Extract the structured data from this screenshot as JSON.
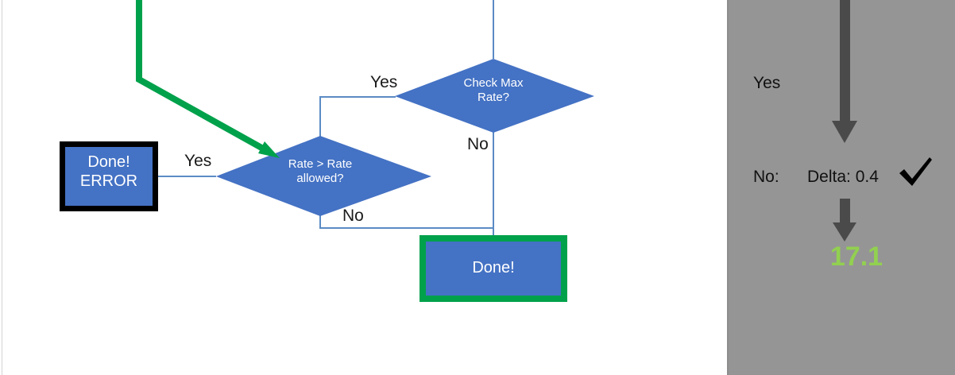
{
  "diagram": {
    "type": "flowchart",
    "nodes": [
      {
        "id": "done-error",
        "shape": "rectangle",
        "label": "Done!\nERROR",
        "fill": "#4472c4",
        "border": "#000000",
        "text_color": "#ffffff"
      },
      {
        "id": "rate-check",
        "shape": "diamond",
        "label": "Rate > Rate\nallowed?",
        "fill": "#4472c4",
        "text_color": "#ffffff"
      },
      {
        "id": "max-rate-check",
        "shape": "diamond",
        "label": "Check Max\nRate?",
        "fill": "#4472c4",
        "text_color": "#ffffff"
      },
      {
        "id": "done-ok",
        "shape": "rectangle",
        "label": "Done!",
        "fill": "#4472c4",
        "border": "#00a14b",
        "text_color": "#ffffff"
      }
    ],
    "edge_labels": {
      "error_yes": "Yes",
      "rate_no": "No",
      "maxrate_yes": "Yes",
      "maxrate_no": "No"
    },
    "highlight_color": "#00a14b",
    "connector_color": "#5b8bc4"
  },
  "panel": {
    "background": "#959595",
    "yes_label": "Yes",
    "no_label": "No:",
    "delta_label": "Delta: 0.4",
    "check_icon": "check-mark",
    "result_value": "17.1",
    "result_color": "#92d050",
    "arrow_color": "#4a4a4a"
  }
}
